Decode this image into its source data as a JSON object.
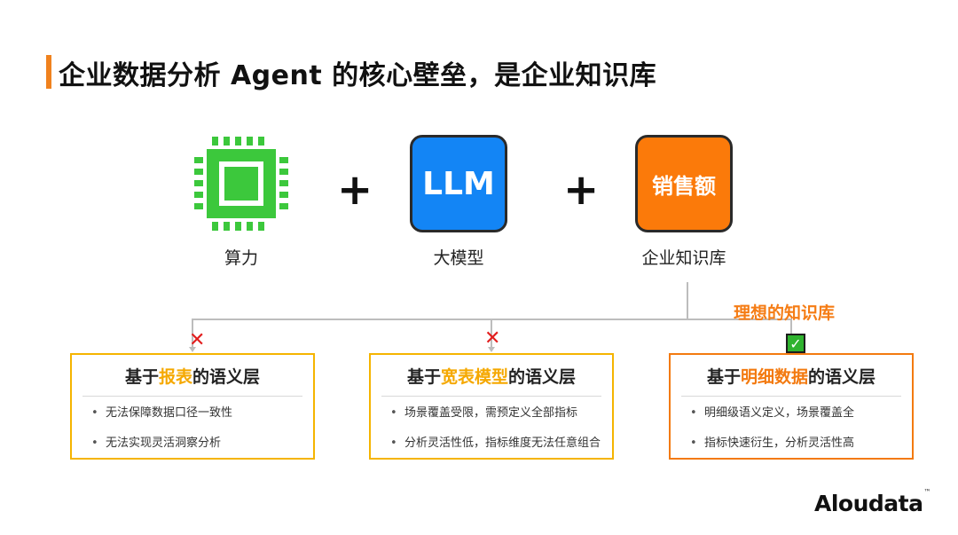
{
  "title": "企业数据分析 Agent 的核心壁垒，是企业知识库",
  "items": [
    {
      "label": "算力",
      "icon": "chip-icon"
    },
    {
      "label": "大模型",
      "tile_text": "LLM",
      "color": "#1385f5"
    },
    {
      "label": "企业知识库",
      "tile_text": "销售额",
      "color": "#fb7a0a"
    }
  ],
  "plus": "+",
  "ideal_label": "理想的知识库",
  "cards": [
    {
      "head_pre": "基于",
      "head_hl": "报表",
      "head_post": "的语义层",
      "mark": "✕",
      "border": "#f5b400",
      "bullets": [
        "无法保障数据口径一致性",
        "无法实现灵活洞察分析"
      ]
    },
    {
      "head_pre": "基于",
      "head_hl": "宽表模型",
      "head_post": "的语义层",
      "mark": "✕",
      "border": "#f5b400",
      "bullets": [
        "场景覆盖受限，需预定义全部指标",
        "分析灵活性低，指标维度无法任意组合"
      ]
    },
    {
      "head_pre": "基于",
      "head_hl": "明细数据",
      "head_post": "的语义层",
      "mark": "✓",
      "border": "#f37a10",
      "bullets": [
        "明细级语义定义，场景覆盖全",
        "指标快速衍生，分析灵活性高"
      ]
    }
  ],
  "logo": {
    "name": "Aloudata",
    "tm": "™"
  }
}
